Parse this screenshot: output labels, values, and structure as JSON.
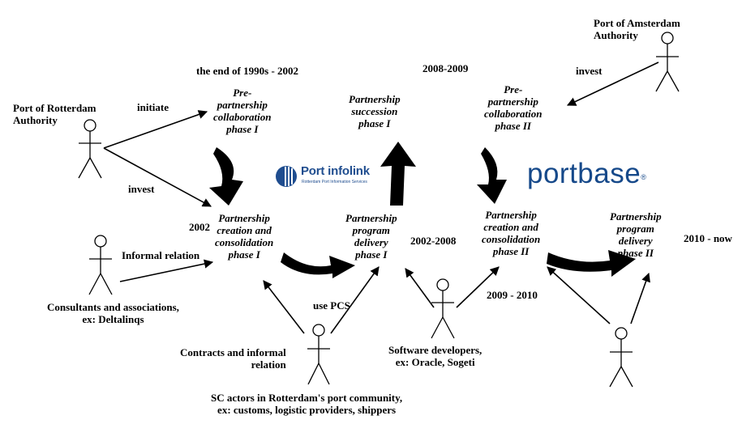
{
  "actors": {
    "rotterdam_authority": "Port of Rotterdam\nAuthority",
    "amsterdam_authority": "Port of Amsterdam\nAuthority",
    "consultants": "Consultants and associations,\nex: Deltalinqs",
    "sc_actors": "SC actors in Rotterdam's port community,\nex: customs, logistic providers, shippers",
    "software_developers": "Software developers,\nex: Oracle, Sogeti"
  },
  "relations": {
    "initiate": "initiate",
    "invest_rotterdam": "invest",
    "invest_amsterdam": "invest",
    "informal_relation": "Informal relation",
    "use_pcs": "use PCS",
    "contracts": "Contracts and informal\nrelation"
  },
  "periods": {
    "p1990s": "the end of 1990s - 2002",
    "p2008_2009": "2008-2009",
    "p2002": "2002",
    "p2002_2008": "2002-2008",
    "p2009_2010": "2009 - 2010",
    "p2010_now": "2010 - now"
  },
  "phases": {
    "pre_partnership_1": "Pre-\npartnership\ncollaboration\nphase I",
    "succession_1": "Partnership\nsuccession\nphase I",
    "pre_partnership_2": "Pre-\npartnership\ncollaboration\nphase II",
    "creation_1": "Partnership\ncreation and\nconsolidation\nphase I",
    "delivery_1": "Partnership\nprogram\ndelivery\nphase I",
    "creation_2": "Partnership\ncreation and\nconsolidation\nphase II",
    "delivery_2": "Partnership\nprogram\ndelivery\nphase II"
  },
  "logos": {
    "port_infolink": "Port infolink",
    "port_infolink_sub": "Rotterdam Port Information Services",
    "portbase": "portbase",
    "portbase_mark": "®"
  },
  "colors": {
    "ink": "#000000",
    "logo_blue": "#16498a"
  }
}
